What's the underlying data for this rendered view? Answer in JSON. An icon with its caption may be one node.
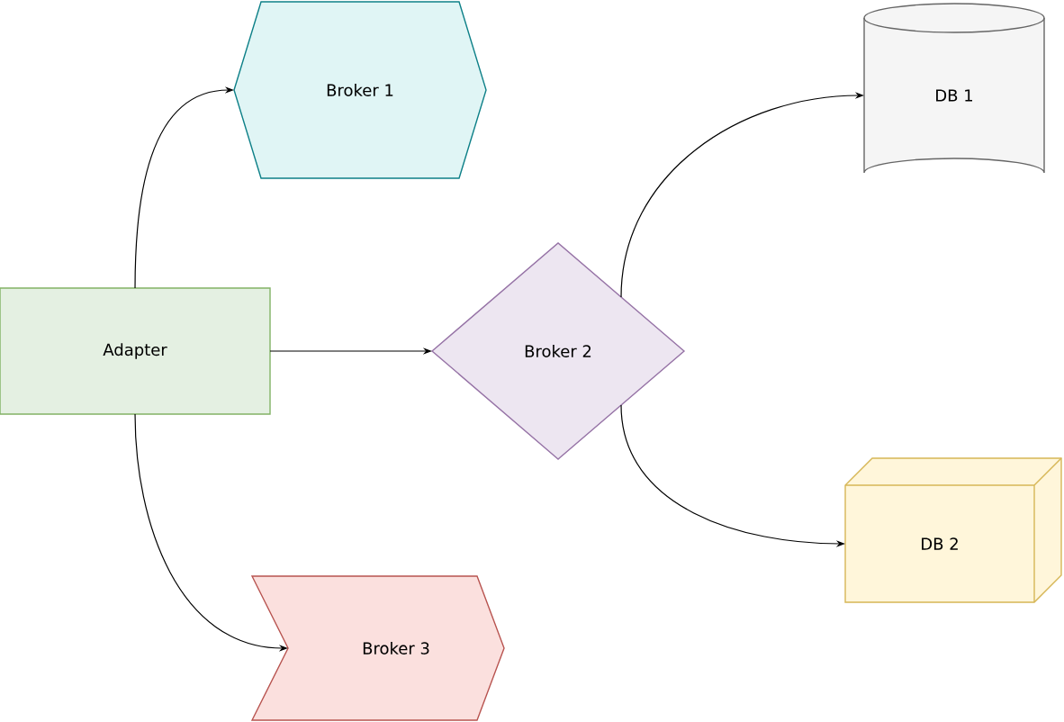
{
  "diagram": {
    "nodes": [
      {
        "text": [
          "Broker 1"
        ]
      },
      {
        "text": [
          "DB 1"
        ]
      },
      {
        "text": [
          "Adapter"
        ]
      },
      {
        "text": [
          "Broker 2"
        ]
      },
      {
        "text": [
          "DB 2"
        ]
      },
      {
        "text": [
          "Broker 3"
        ]
      }
    ],
    "edges": [
      {
        "from": 2,
        "to": 0,
        "arrow": "to"
      },
      {
        "from": 2,
        "to": 3,
        "arrow": "to"
      },
      {
        "from": 2,
        "to": 5,
        "arrow": "to"
      },
      {
        "from": 3,
        "to": 1,
        "arrow": "to"
      },
      {
        "from": 3,
        "to": 4,
        "arrow": "to"
      }
    ]
  }
}
